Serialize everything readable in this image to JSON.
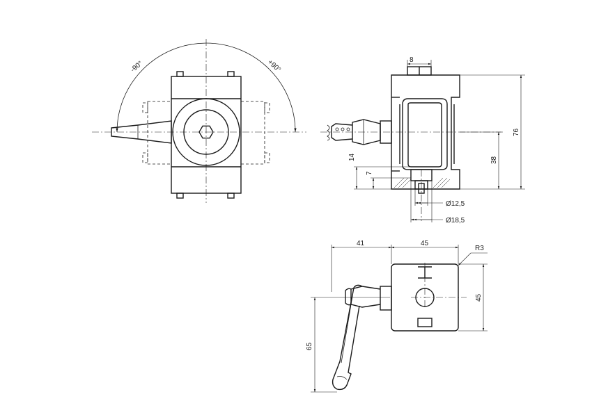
{
  "labels": {
    "angle_neg": "-90°",
    "angle_pos": "+90°",
    "dim_8": "8",
    "dim_76": "76",
    "dim_38": "38",
    "dim_14": "14",
    "dim_7": "7",
    "dim_d12": "Ø12,5",
    "dim_d18": "Ø18,5",
    "dim_41": "41",
    "dim_45_top": "45",
    "dim_r3": "R3",
    "dim_45_side": "45",
    "dim_65": "65"
  },
  "colors": {
    "line": "#1a1a1a",
    "background": "#ffffff"
  }
}
